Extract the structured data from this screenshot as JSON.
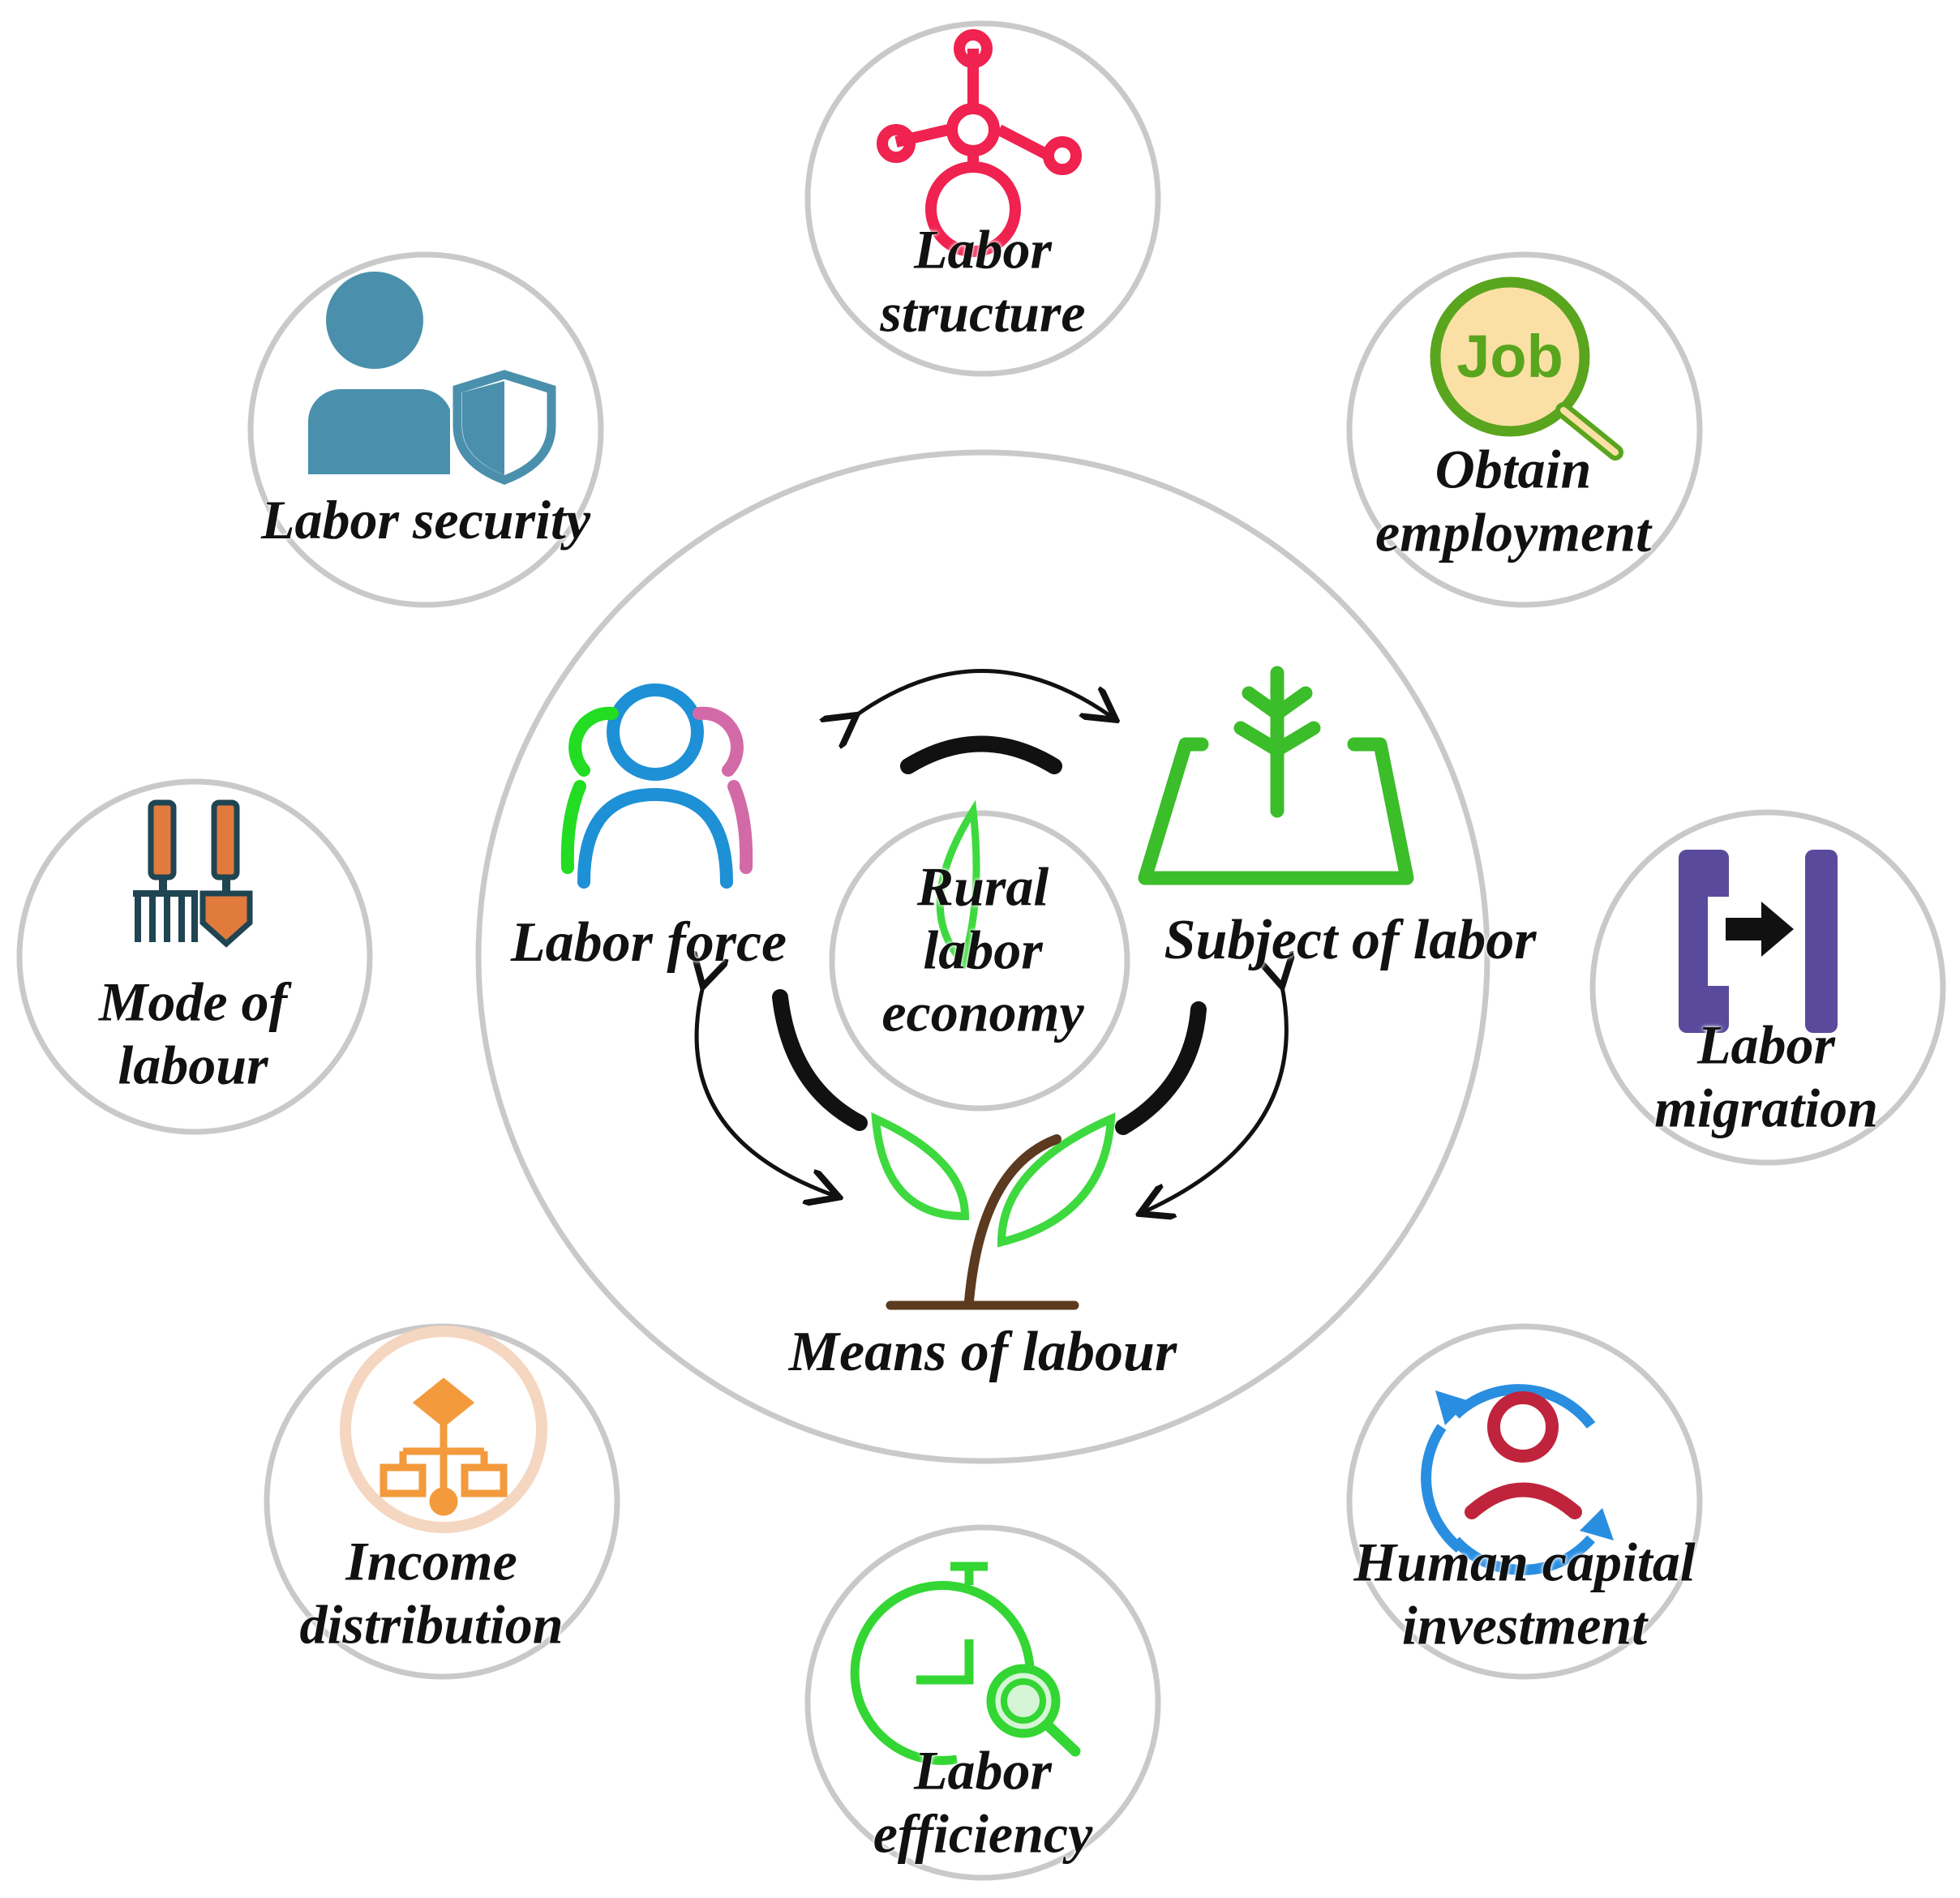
{
  "center": {
    "lines": [
      "Rural",
      "labor",
      "economy"
    ]
  },
  "core_elements": {
    "labor_force": "Labor force",
    "subject_of_labor": "Subject of labor",
    "means_of_labour": "Means of labour"
  },
  "outer_nodes": {
    "labor_structure": {
      "icon": "network-icon",
      "lines": [
        "Labor",
        "structure"
      ]
    },
    "obtain_employment": {
      "icon": "job-search-icon",
      "badge": "Job",
      "lines": [
        "Obtain",
        "employment"
      ]
    },
    "labor_migration": {
      "icon": "migration-icon",
      "lines": [
        "Labor",
        "migration"
      ]
    },
    "human_capital_investment": {
      "icon": "person-cycle-icon",
      "lines": [
        "Human capital",
        "investment"
      ]
    },
    "labor_efficiency": {
      "icon": "stopwatch-search-icon",
      "lines": [
        "Labor",
        "efficiency"
      ]
    },
    "income_distribution": {
      "icon": "flowchart-icon",
      "lines": [
        "Income",
        "distribution"
      ]
    },
    "mode_of_labour": {
      "icon": "garden-tools-icon",
      "lines": [
        "Mode of",
        "labour"
      ]
    },
    "labor_security": {
      "icon": "user-shield-icon",
      "lines": [
        "Labor security"
      ]
    }
  },
  "colors": {
    "ring": "#c9c9c9",
    "network": "#f0224f",
    "job_green": "#5aa51e",
    "job_fill": "#fbe0a6",
    "migration": "#5a4a9c",
    "person_red": "#c0243c",
    "cycle_blue": "#2a8ee0",
    "efficiency_green": "#33d633",
    "flow_orange": "#f39a3c",
    "tools_dark": "#1f4452",
    "tools_orange": "#e07a3d",
    "security_blue": "#4a90ac",
    "people_green": "#22dd22",
    "people_blue": "#1e90d6",
    "people_pink": "#d36aa8",
    "subject_green": "#3cbd2a",
    "sprout_green": "#3ed93e",
    "sprout_brown": "#5b3a1f"
  }
}
